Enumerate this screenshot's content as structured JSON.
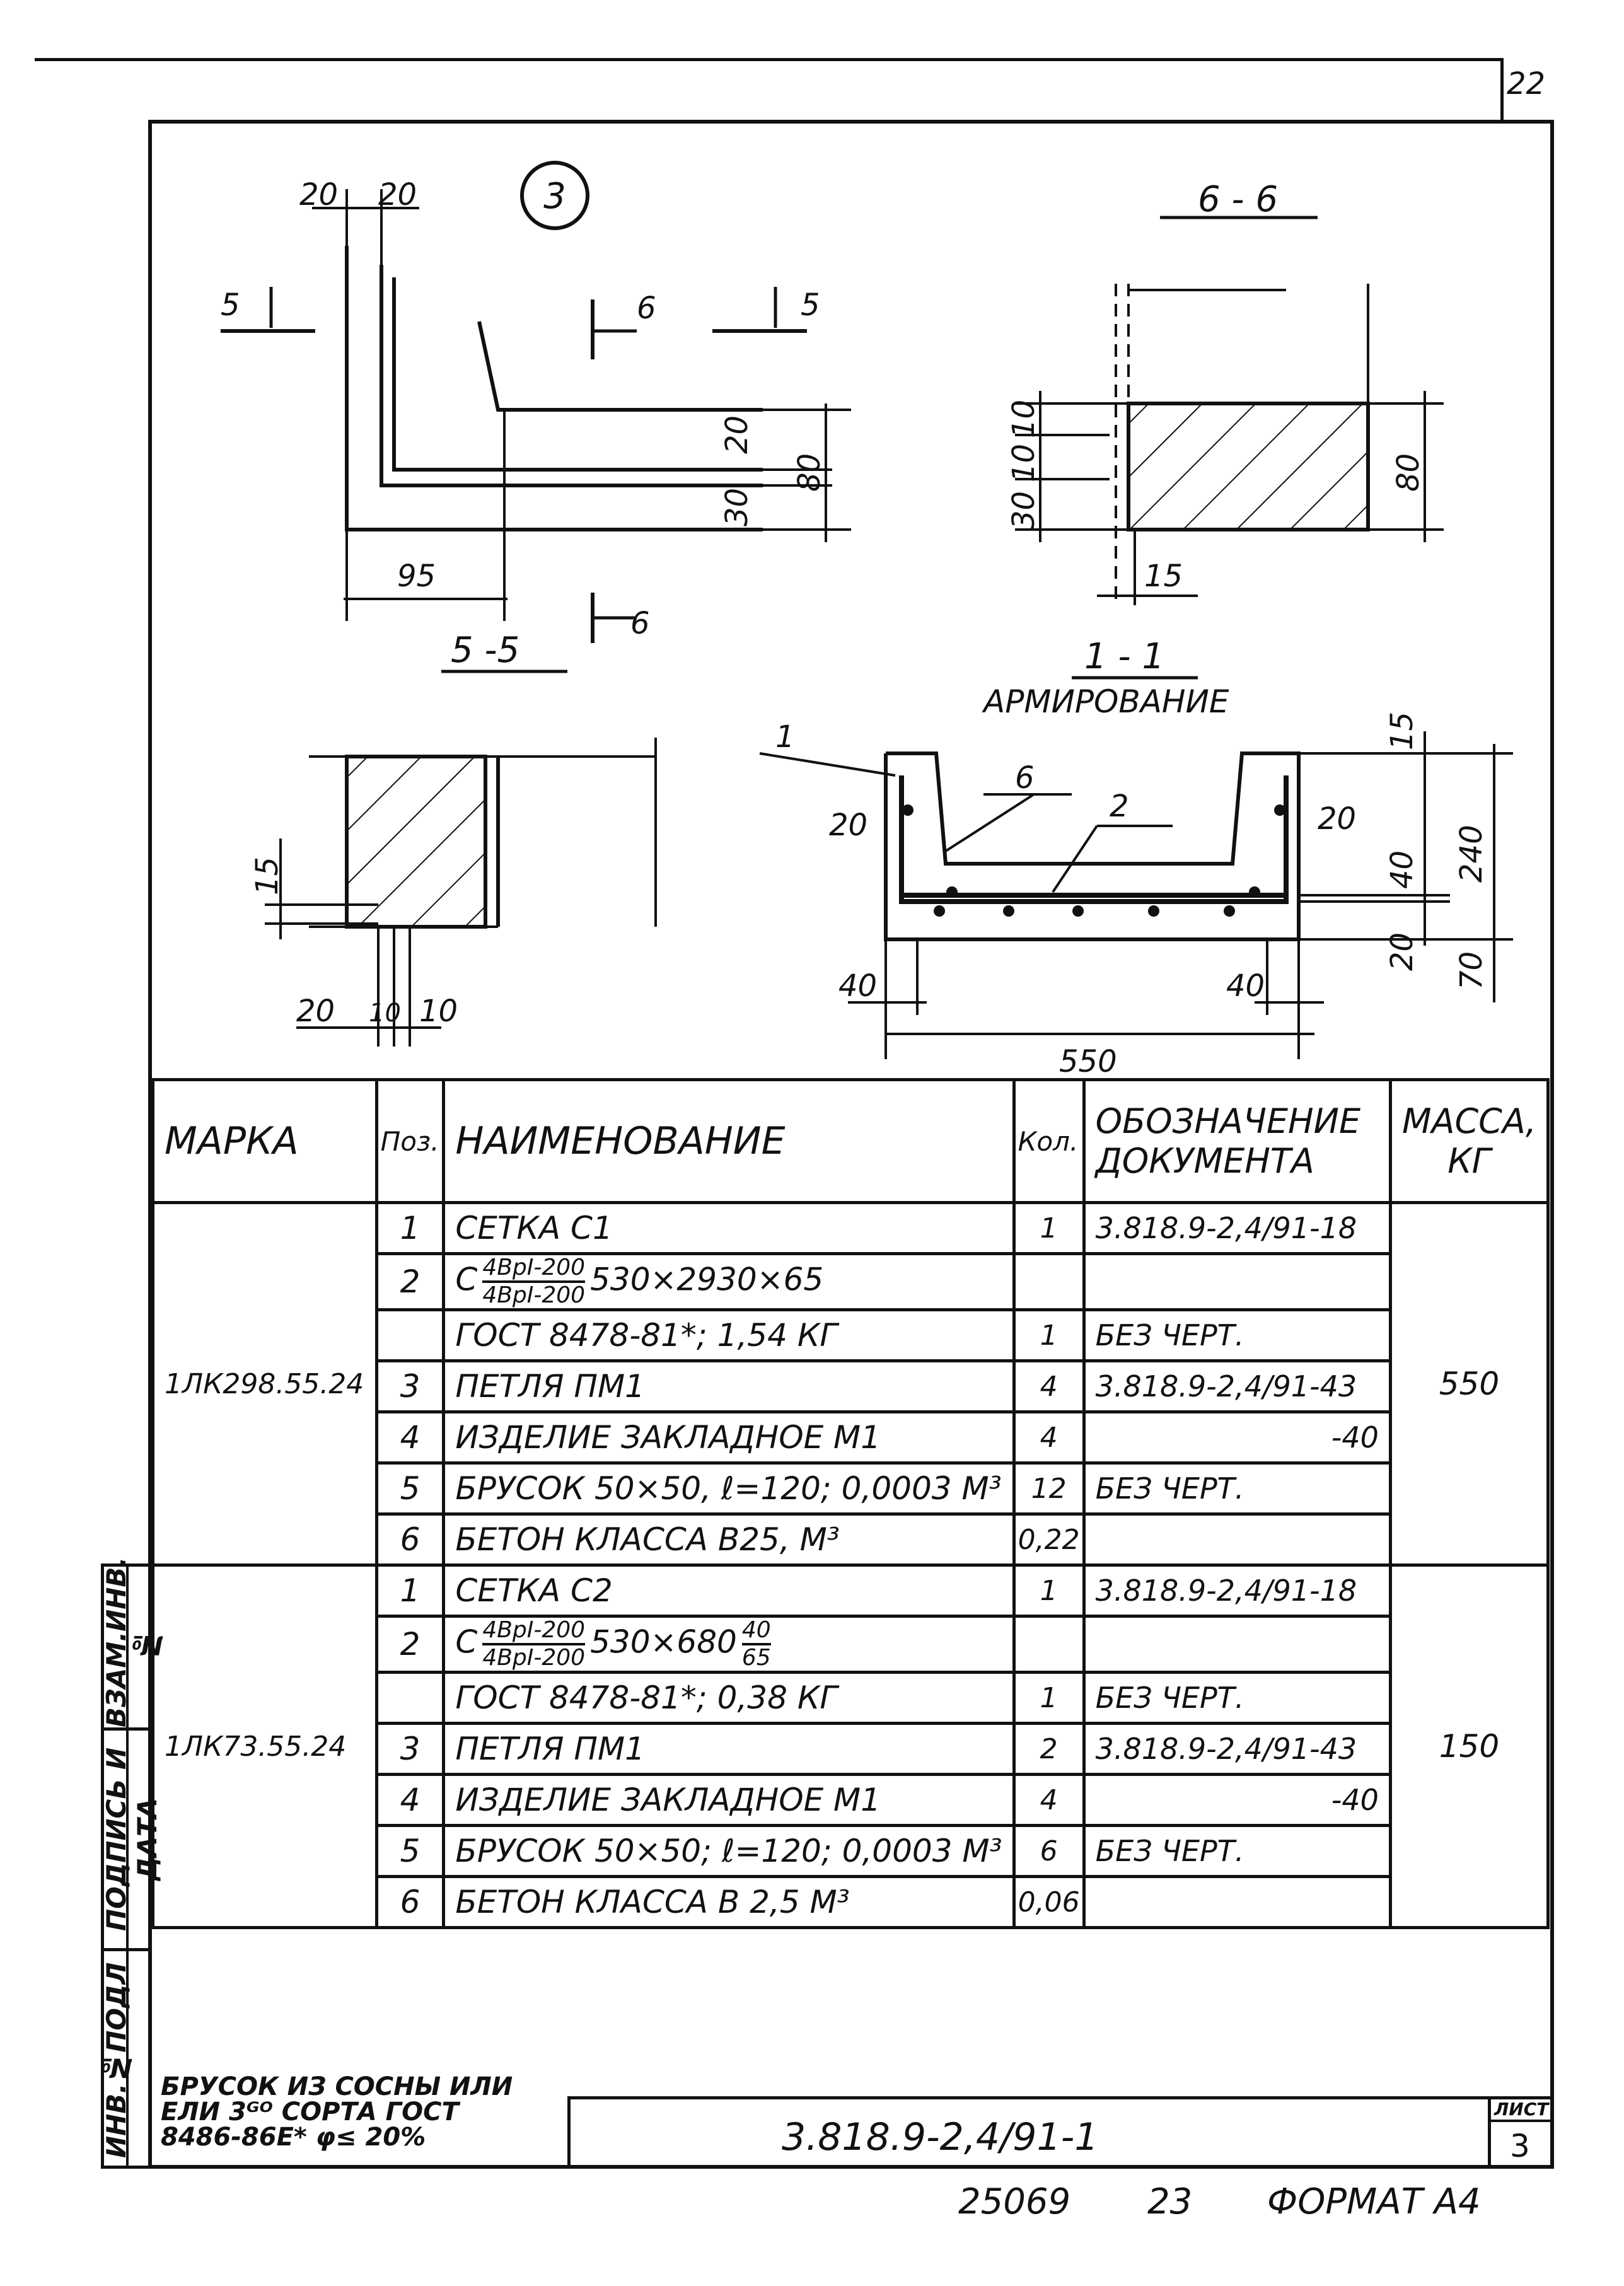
{
  "sheet_corner_number": "22",
  "detail_marker": "3",
  "views": {
    "plan": {
      "cut_marks": [
        "5",
        "5",
        "6",
        "6"
      ],
      "dims": [
        "20",
        "20",
        "95",
        "20",
        "30",
        "80"
      ]
    },
    "section_6_6": {
      "title": "6 - 6",
      "dims": [
        "10",
        "10",
        "30",
        "80",
        "15"
      ]
    },
    "section_5_5": {
      "title": "5 -5",
      "dims": [
        "15",
        "20",
        "10",
        "10"
      ]
    },
    "section_1_1": {
      "title": "1 - 1",
      "subtitle": "АРМИРОВАНИЕ",
      "dims": [
        "15",
        "240",
        "20",
        "20",
        "40",
        "20",
        "70",
        "40",
        "40",
        "550"
      ],
      "callouts": [
        "1",
        "6",
        "2"
      ]
    }
  },
  "table": {
    "headers": {
      "mark": "МАРКА",
      "pos": "Поз.",
      "name": "НАИМЕНОВАНИЕ",
      "qty": "Кол.",
      "doc": "ОБОЗНАЧЕНИЕ ДОКУМЕНТА",
      "mass": "МАССА, КГ"
    },
    "groups": [
      {
        "mark": "1ЛК298.55.24",
        "mass": "550",
        "rows": [
          {
            "pos": "1",
            "name": "СЕТКА С1",
            "qty": "1",
            "doc": "3.818.9-2,4/91-18"
          },
          {
            "pos": "2",
            "name_prefix": "С",
            "frac_top": "4ВрI-200",
            "frac_bottom": "4ВрI-200",
            "name_suffix": "530×2930×65",
            "qty": "",
            "doc": ""
          },
          {
            "pos": "",
            "name": "ГОСТ 8478-81*; 1,54 КГ",
            "qty": "1",
            "doc": "БЕЗ ЧЕРТ."
          },
          {
            "pos": "3",
            "name": "ПЕТЛЯ ПМ1",
            "qty": "4",
            "doc": "3.818.9-2,4/91-43"
          },
          {
            "pos": "4",
            "name": "ИЗДЕЛИЕ ЗАКЛАДНОЕ М1",
            "qty": "4",
            "doc": "-40"
          },
          {
            "pos": "5",
            "name": "БРУСОК 50×50, ℓ=120; 0,0003 М³",
            "qty": "12",
            "doc": "БЕЗ ЧЕРТ."
          },
          {
            "pos": "6",
            "name": "БЕТОН КЛАССА В25, М³",
            "qty": "0,22",
            "doc": ""
          }
        ]
      },
      {
        "mark": "1ЛК73.55.24",
        "mass": "150",
        "rows": [
          {
            "pos": "1",
            "name": "СЕТКА С2",
            "qty": "1",
            "doc": "3.818.9-2,4/91-18"
          },
          {
            "pos": "2",
            "name_prefix": "С",
            "frac_top": "4ВрI-200",
            "frac_bottom": "4ВрI-200",
            "name_suffix": "530×680",
            "frac2_top": "40",
            "frac2_bottom": "65",
            "qty": "",
            "doc": ""
          },
          {
            "pos": "",
            "name": "ГОСТ 8478-81*; 0,38 КГ",
            "qty": "1",
            "doc": "БЕЗ ЧЕРТ."
          },
          {
            "pos": "3",
            "name": "ПЕТЛЯ ПМ1",
            "qty": "2",
            "doc": "3.818.9-2,4/91-43"
          },
          {
            "pos": "4",
            "name": "ИЗДЕЛИЕ ЗАКЛАДНОЕ М1",
            "qty": "4",
            "doc": "-40"
          },
          {
            "pos": "5",
            "name": "БРУСОК 50×50; ℓ=120; 0,0003 М³",
            "qty": "6",
            "doc": "БЕЗ ЧЕРТ."
          },
          {
            "pos": "6",
            "name": "БЕТОН КЛАССА В 2,5 М³",
            "qty": "0,06",
            "doc": ""
          }
        ]
      }
    ]
  },
  "note": {
    "line1": "БРУСОК ИЗ СОСНЫ ИЛИ",
    "line2": "ЕЛИ 3ᴳᴼ СОРТА ГОСТ",
    "line3": "8486-86Е* φ≤ 20%"
  },
  "stamp": {
    "doc_code": "3.818.9-2,4/91-1",
    "sheet_label": "ЛИСТ",
    "sheet_number": "3"
  },
  "side_labels": {
    "inv_orig": "ИНВ.№ПОДЛ",
    "sign_date": "ПОДПИСЬ И ДАТА",
    "replace_inv": "ВЗАМ.ИНВ.№"
  },
  "footer": {
    "number": "25069",
    "page": "23",
    "format": "ФОРМАТ А4"
  }
}
